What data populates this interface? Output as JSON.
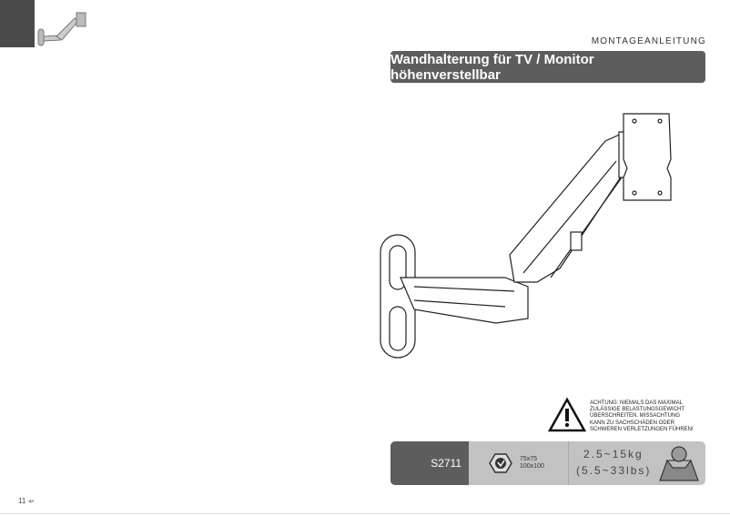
{
  "header": {
    "label": "MONTAGEANLEITUNG",
    "title": "Wandhalterung für TV / Monitor höhenverstellbar"
  },
  "warning": {
    "lines": [
      "ACHTUNG: NIEMALS DAS MAXIMAL",
      "ZULÄSSIGE BELASTUNGSGEWICHT",
      "ÜBERSCHREITEN. MISSACHTUNG",
      "KANN ZU SACHSCHÄDEN ODER",
      "SCHWEREN VERLETZUNGEN FÜHREN!"
    ]
  },
  "spec": {
    "model": "S2711",
    "vesa": [
      "75x75",
      "100x100"
    ],
    "load_kg": "2.5~15kg",
    "load_lbs": "(5.5~33lbs)"
  },
  "footer": {
    "page_number": "11"
  },
  "colors": {
    "bar": "#5d5d5d",
    "panel": "#c2c2c2"
  }
}
